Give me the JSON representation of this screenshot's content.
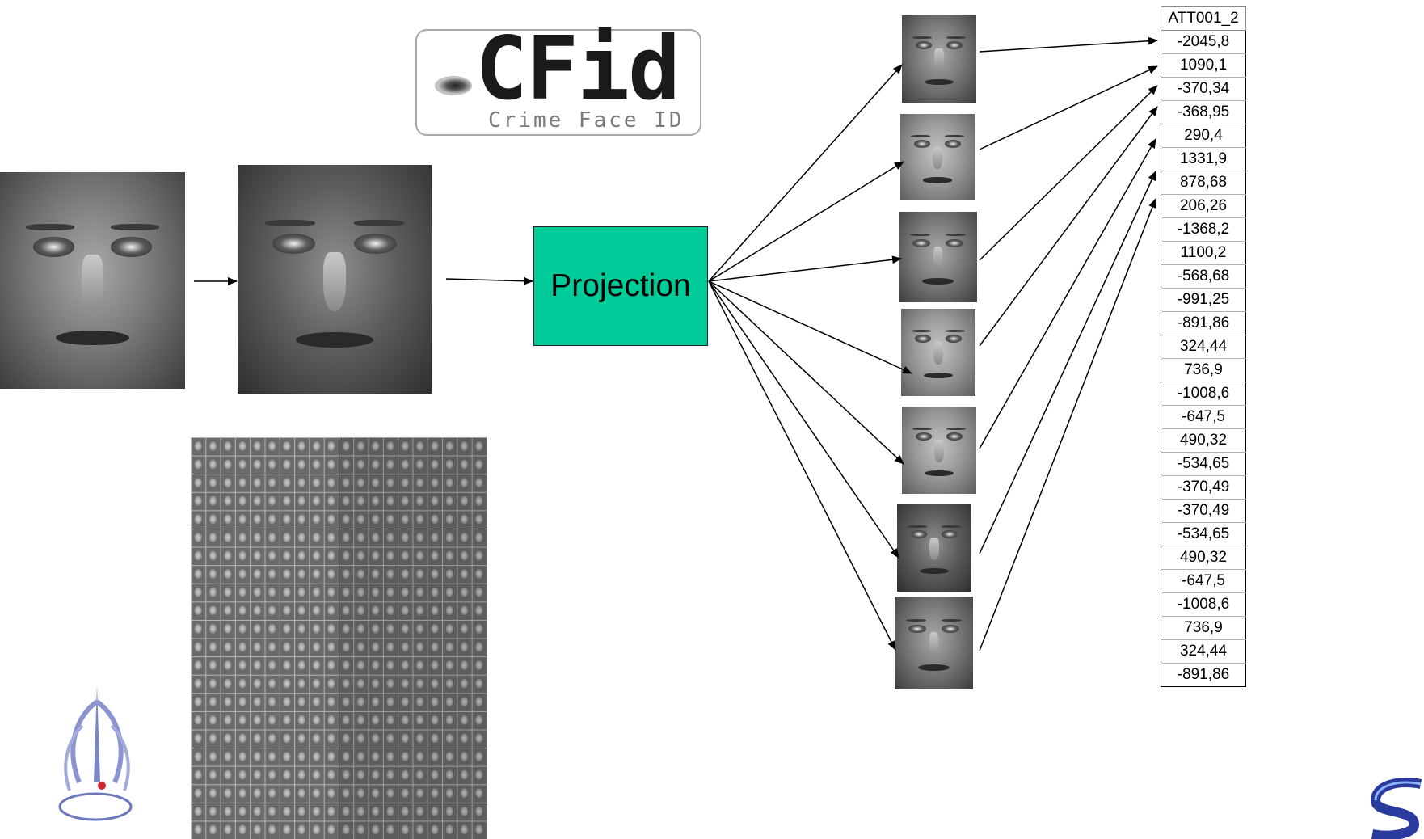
{
  "logo": {
    "name": "CFid",
    "subtitle": "Crime Face ID"
  },
  "projection_label": "Projection",
  "table": {
    "header": "ATT001_2",
    "values": [
      "-2045,8",
      "1090,1",
      "-370,34",
      "-368,95",
      "290,4",
      "1331,9",
      "878,68",
      "206,26",
      "-1368,2",
      "1100,2",
      "-568,68",
      "-991,25",
      "-891,86",
      "324,44",
      "736,9",
      "-1008,6",
      "-647,5",
      "490,32",
      "-534,65",
      "-370,49",
      "-370,49",
      "-534,65",
      "490,32",
      "-647,5",
      "-1008,6",
      "736,9",
      "324,44",
      "-891,86"
    ]
  },
  "colors": {
    "projection_fill": "#00cc99",
    "arrow": "#000000"
  }
}
